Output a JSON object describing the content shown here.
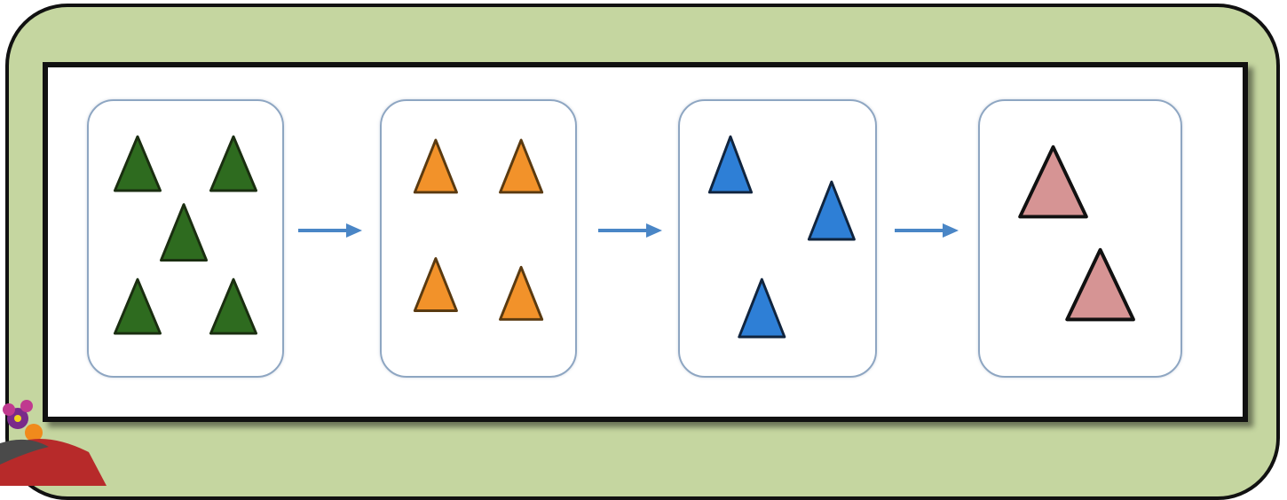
{
  "colors": {
    "outer_background": "#c5d6a0",
    "box_border": "#8ea6c2",
    "arrow": "#4a86c6",
    "green_triangle": "#2e6b1f",
    "orange_triangle": "#f2922a",
    "blue_triangle": "#2e7fd6",
    "pink_triangle": "#d69494"
  },
  "sequence": [
    {
      "color": "green",
      "count": 5
    },
    {
      "color": "orange",
      "count": 4
    },
    {
      "color": "blue",
      "count": 3
    },
    {
      "color": "pink",
      "count": 2
    }
  ]
}
